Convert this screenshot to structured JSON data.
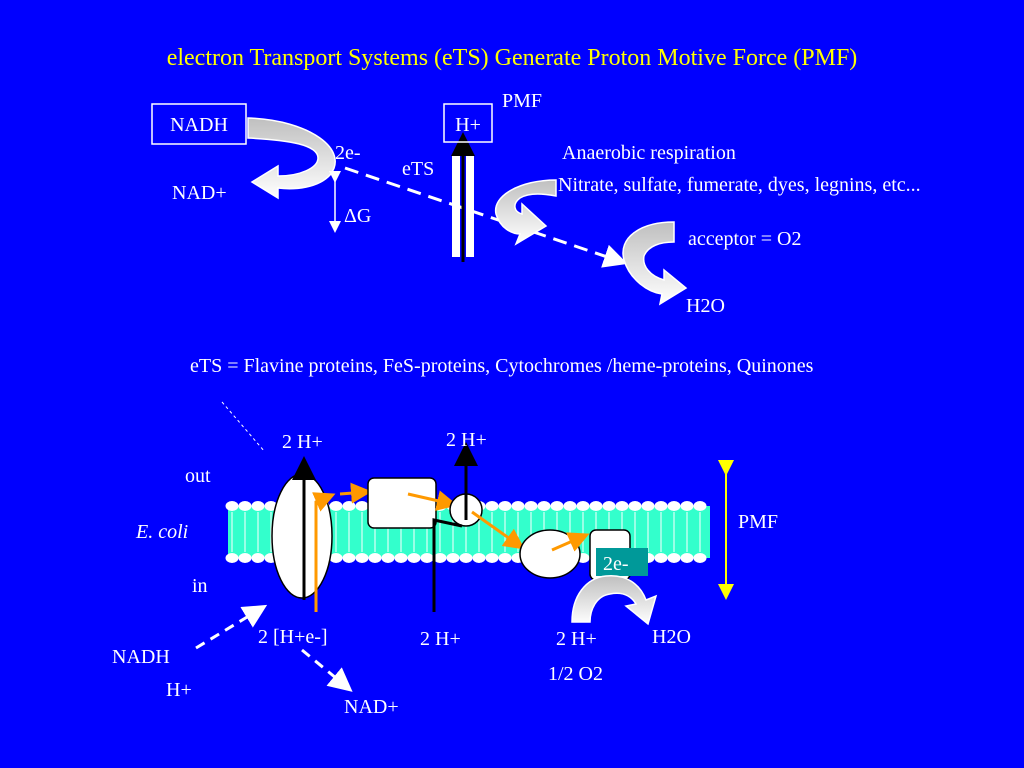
{
  "slide": {
    "title": "electron Transport Systems (eTS) Generate Proton Motive Force (PMF)",
    "colors": {
      "background": "#0000ff",
      "title": "#ffff00",
      "membrane": "#33ffcc",
      "electron_path": "#ff9900",
      "pmf_arrow": "#ffff00",
      "box_2e": "#009999"
    }
  },
  "top": {
    "nadh": "NADH",
    "nad_plus": "NAD+",
    "two_e": "2e-",
    "delta_g": "ΔG",
    "ets": "eTS",
    "h_plus": "H+",
    "pmf": "PMF",
    "anaerobic": "Anaerobic respiration",
    "acceptors": "Nitrate, sulfate, fumerate, dyes, legnins, etc...",
    "acceptor_o2": "acceptor = O2",
    "h2o": "H2O"
  },
  "ets_definition": "eTS = Flavine proteins, FeS-proteins, Cytochromes /heme-proteins, Quinones",
  "bottom": {
    "out": "out",
    "in": "in",
    "organism": "E. coli",
    "two_h_left": "2 H+",
    "two_h_top": "2 H+",
    "two_h_mid": "2 H+",
    "two_h_right": "2 H+",
    "two_he": "2 [H+e-]",
    "two_e_box": "2e-",
    "h2o": "H2O",
    "half_o2": "1/2 O2",
    "nadh": "NADH",
    "h_plus": "H+",
    "nad_plus": "NAD+",
    "pmf": "PMF"
  }
}
